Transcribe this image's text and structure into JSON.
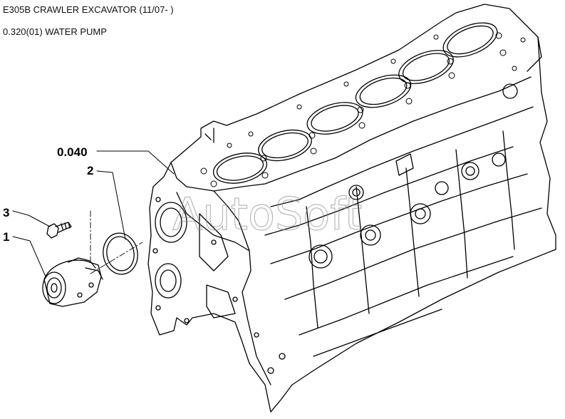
{
  "header": {
    "model": "E305B CRAWLER EXCAVATOR (11/07- )",
    "section": "0.320(01) WATER PUMP"
  },
  "callouts": {
    "block": "0.040",
    "gasket": "2",
    "bolt": "3",
    "pump": "1"
  },
  "watermark": "AutoSoft"
}
